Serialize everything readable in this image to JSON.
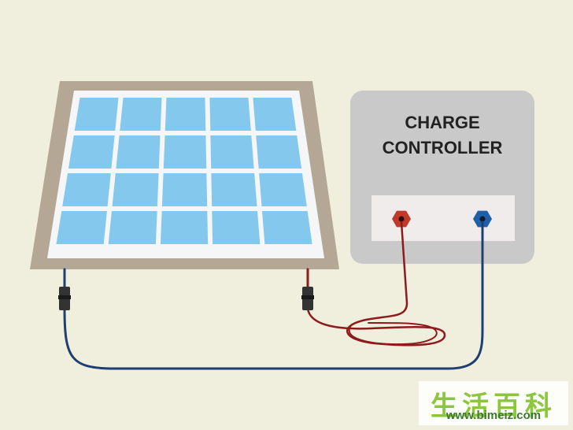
{
  "controller": {
    "label_line1": "CHARGE",
    "label_line2": "CONTROLLER"
  },
  "watermark": {
    "chars": "生活百科",
    "url": "www.bimeiz.com"
  },
  "colors": {
    "background": "#f0eedd",
    "panel_frame": "#b4a795",
    "panel_inner": "#f4f6f8",
    "solar_cell": "#85c8ee",
    "controller_body": "#c9c9c9",
    "terminal_strip": "#f1ecec",
    "positive": "#c0392b",
    "negative": "#1e5fa8",
    "red_wire": "#8e1b1b",
    "blue_wire": "#1d3f73",
    "connector": "#333333"
  },
  "solar_panel": {
    "rows": 4,
    "columns": 5
  }
}
